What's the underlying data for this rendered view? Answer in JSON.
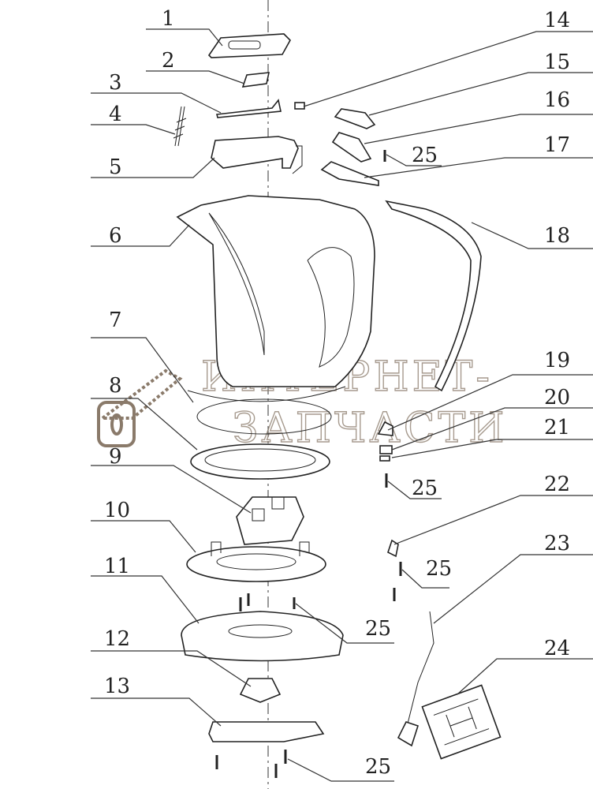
{
  "diagram": {
    "watermark": {
      "line1": "ИНТЕРНЕТ-",
      "line2": "ЗАПЧАСТИ"
    },
    "labels": [
      {
        "id": "1",
        "text": "1"
      },
      {
        "id": "2",
        "text": "2"
      },
      {
        "id": "3",
        "text": "3"
      },
      {
        "id": "4",
        "text": "4"
      },
      {
        "id": "5",
        "text": "5"
      },
      {
        "id": "6",
        "text": "6"
      },
      {
        "id": "7",
        "text": "7"
      },
      {
        "id": "8",
        "text": "8"
      },
      {
        "id": "9",
        "text": "9"
      },
      {
        "id": "10",
        "text": "10"
      },
      {
        "id": "11",
        "text": "11"
      },
      {
        "id": "12",
        "text": "12"
      },
      {
        "id": "13",
        "text": "13"
      },
      {
        "id": "14",
        "text": "14"
      },
      {
        "id": "15",
        "text": "15"
      },
      {
        "id": "16",
        "text": "16"
      },
      {
        "id": "17",
        "text": "17"
      },
      {
        "id": "18",
        "text": "18"
      },
      {
        "id": "19",
        "text": "19"
      },
      {
        "id": "20",
        "text": "20"
      },
      {
        "id": "21",
        "text": "21"
      },
      {
        "id": "22",
        "text": "22"
      },
      {
        "id": "23",
        "text": "23"
      },
      {
        "id": "24",
        "text": "24"
      },
      {
        "id": "25a",
        "text": "25"
      },
      {
        "id": "25b",
        "text": "25"
      },
      {
        "id": "25c",
        "text": "25"
      },
      {
        "id": "25d",
        "text": "25"
      },
      {
        "id": "25e",
        "text": "25"
      }
    ]
  }
}
